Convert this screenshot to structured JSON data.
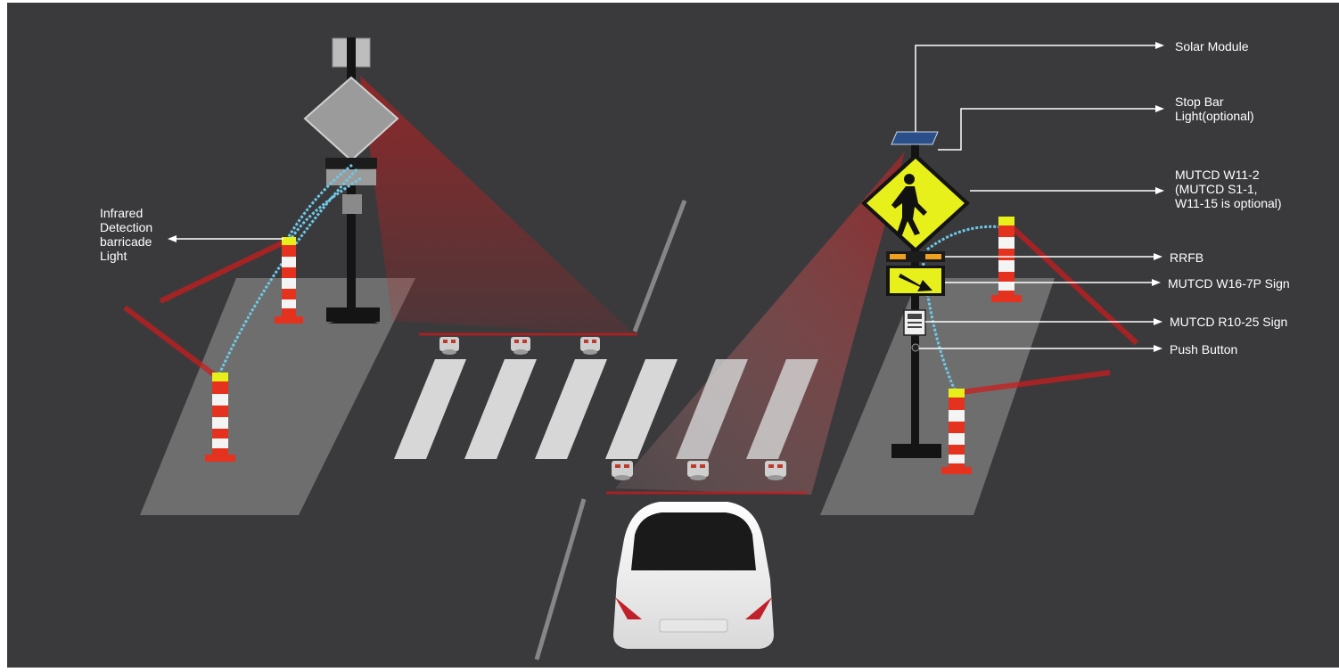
{
  "labels": {
    "solar_module": "Solar Module",
    "stop_bar_light": "Stop Bar\nLight(optional)",
    "mutcd_w11_2": "MUTCD W11-2\n(MUTCD S1-1,\nW11-15 is optional)",
    "rrfb": "RRFB",
    "mutcd_w16_7p": "MUTCD W16-7P Sign",
    "mutcd_r10_25": "MUTCD R10-25 Sign",
    "push_button": "Push Button",
    "infrared_barricade": "Infrared\nDetection\nbarricade\nLight"
  },
  "colors": {
    "background": "#3a3a3d",
    "sidewalk": "#6e6e6e",
    "crosswalk_stripe": "#d7d7d7",
    "detection_beam": "#d11a1a",
    "sign_yellow": "#e8f01c",
    "bollard_red": "#e5321f",
    "bollard_white": "#f4f4f4",
    "leader_line": "#ffffff",
    "cable_cyan": "#6fc9e6"
  },
  "icons": [
    "pedestrian-icon",
    "arrow-down-right-icon",
    "solar-panel-icon",
    "car-icon",
    "bollard-icon",
    "stop-bar-light-icon"
  ]
}
